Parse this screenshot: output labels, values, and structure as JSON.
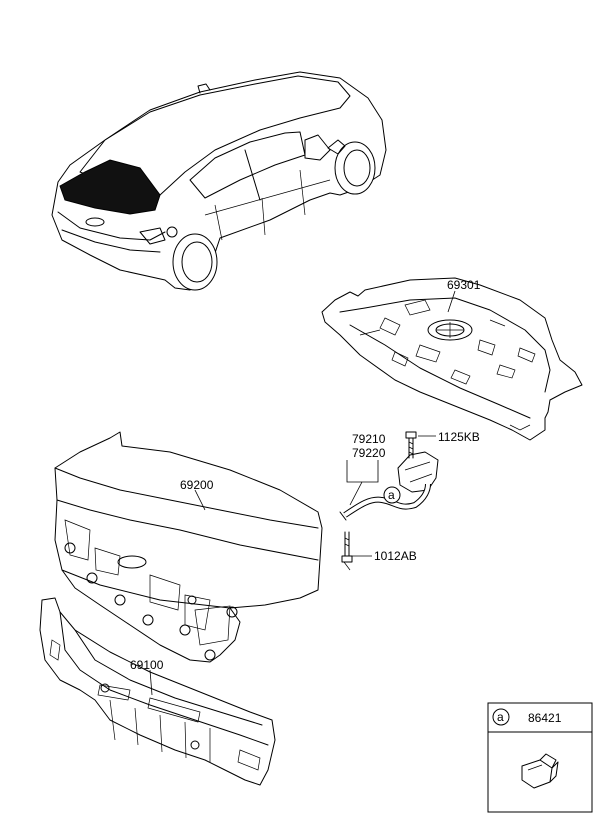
{
  "parts": {
    "panel_back": "69100",
    "trunk_lid": "69200",
    "rear_package_tray": "69301",
    "trunk_cable_1": "79210",
    "trunk_cable_2": "79220",
    "bolt_top": "1125KB",
    "bolt_bottom": "1012AB"
  },
  "callout_marker": "a",
  "inset": {
    "marker": "a",
    "part_number": "86421"
  }
}
